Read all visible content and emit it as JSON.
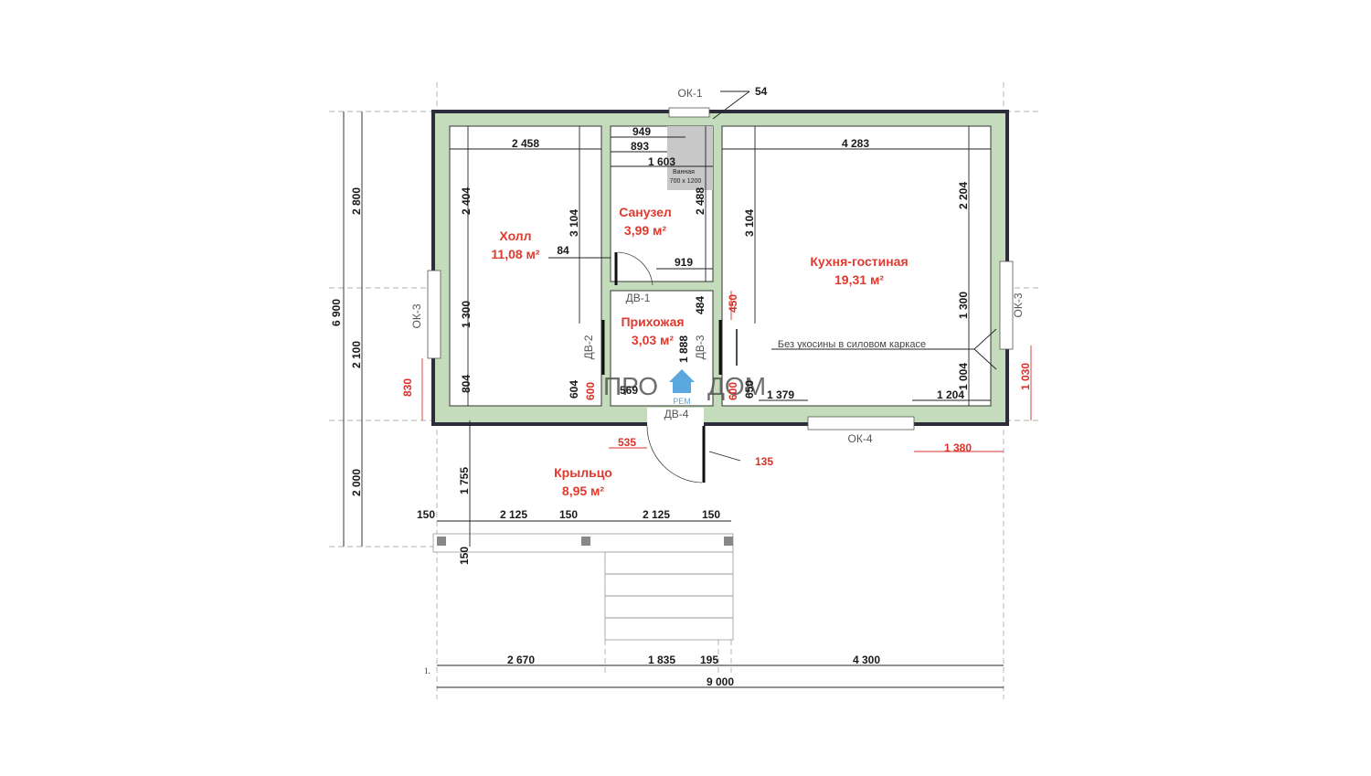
{
  "rooms": {
    "hall": {
      "name": "Холл",
      "area": "11,08 м²"
    },
    "bathroom": {
      "name": "Санузел",
      "area": "3,99 м²"
    },
    "kitchen": {
      "name": "Кухня-гостиная",
      "area": "19,31 м²"
    },
    "entry": {
      "name": "Прихожая",
      "area": "3,03 м²"
    },
    "porch": {
      "name": "Крыльцо",
      "area": "8,95 м²"
    }
  },
  "openings": {
    "ok1": "ОК-1",
    "ok3_left": "ОК-3",
    "ok3_right": "ОК-3",
    "ok4": "ОК-4",
    "dv1": "ДВ-1",
    "dv2": "ДВ-2",
    "dv3": "ДВ-3",
    "dv4": "ДВ-4"
  },
  "bath_fixture": {
    "name": "Ванная",
    "size": "700 x 1200"
  },
  "note": "Без укосины в силовом каркасе",
  "logo": {
    "left": "ПРО",
    "right": "ДОМ",
    "badge": "РЕМ"
  },
  "corner_mark": "1.",
  "dims_black": {
    "d54": "54",
    "d949": "949",
    "d893": "893",
    "d1603": "1 603",
    "d2458": "2 458",
    "d4283": "4 283",
    "d2404": "2 404",
    "d3104a": "3 104",
    "d2488": "2 488",
    "d3104b": "3 104",
    "d2204": "2 204",
    "d84": "84",
    "d919": "919",
    "d1300a": "1 300",
    "d484": "484",
    "d1300b": "1 300",
    "d1888": "1 888",
    "d804": "804",
    "d604": "604",
    "d569": "569",
    "d650": "650",
    "d1379": "1 379",
    "d1004": "1 004",
    "d1204": "1 204",
    "d2800": "2 800",
    "d6900": "6 900",
    "d2100": "2 100",
    "d2000": "2 000",
    "d1755": "1 755",
    "d150a": "150",
    "d2125a": "2 125",
    "d150b": "150",
    "d2125b": "2 125",
    "d150c": "150",
    "d150d": "150",
    "d2670": "2 670",
    "d1835": "1 835",
    "d195": "195",
    "d4300": "4 300",
    "d9000": "9 000"
  },
  "dims_red": {
    "d450": "450",
    "d830": "830",
    "d600a": "600",
    "d600b": "600",
    "d1030": "1 030",
    "d535": "535",
    "d135": "135",
    "d1380": "1 380"
  }
}
